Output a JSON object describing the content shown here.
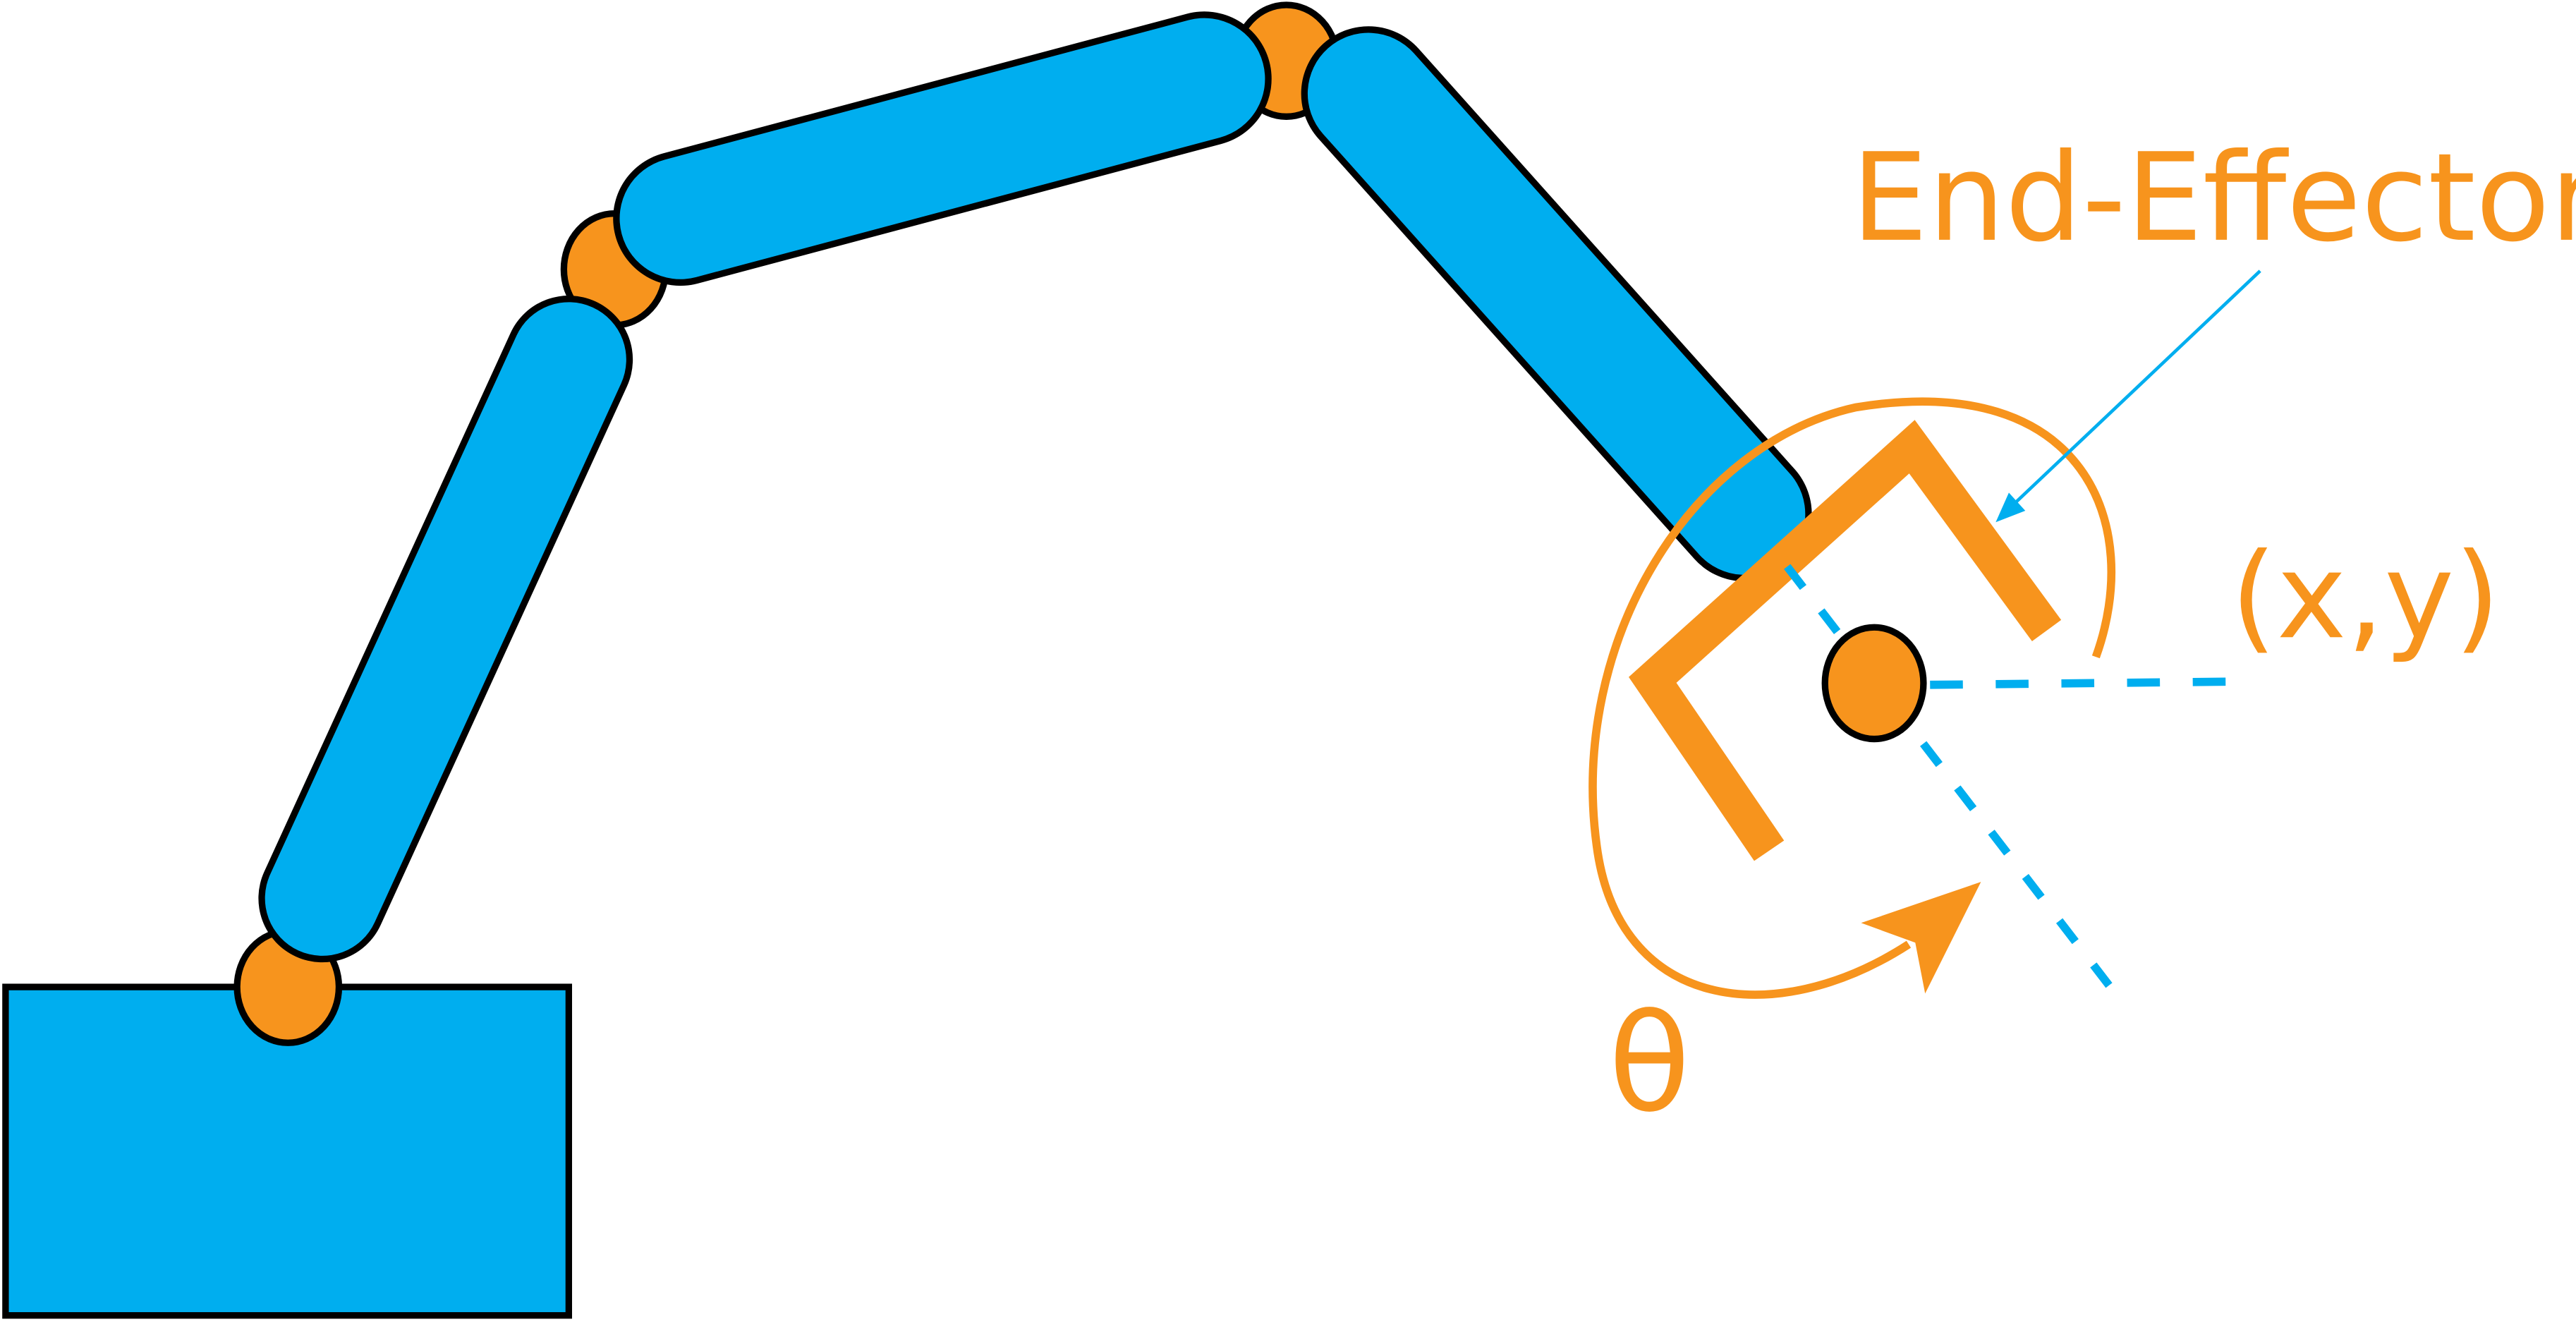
{
  "labels": {
    "end_effector": "End-Effector",
    "position": "(x,y)",
    "angle": "θ"
  },
  "colors": {
    "link_fill": "#00AEEF",
    "joint_fill": "#F7941D",
    "outline": "#000000",
    "annotation_orange": "#F7941D",
    "annotation_blue": "#00AEEF"
  }
}
